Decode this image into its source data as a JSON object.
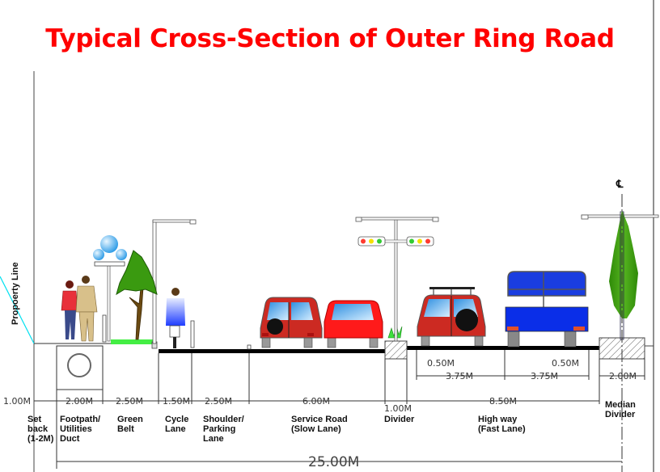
{
  "title": "Typical Cross-Section of Outer Ring Road",
  "property_line_label": "Propoerty Line",
  "centerline_symbol": "℄",
  "total_width": "25.00M",
  "segments": [
    {
      "dimension": "1.00M",
      "label_lines": [
        "Set",
        "back",
        "(1-2M)"
      ]
    },
    {
      "dimension": "2.00M",
      "label_lines": [
        "Footpath/",
        "Utilities",
        "Duct"
      ]
    },
    {
      "dimension": "2.50M",
      "label_lines": [
        "Green",
        "Belt"
      ]
    },
    {
      "dimension": "1.50M",
      "label_lines": [
        "Cycle",
        "Lane"
      ]
    },
    {
      "dimension": "2.50M",
      "label_lines": [
        "Shoulder/",
        "Parking",
        "Lane"
      ]
    },
    {
      "dimension": "6.00M",
      "label_lines": [
        "Service Road",
        "(Slow Lane)"
      ]
    },
    {
      "dimension": "1.00M",
      "label_lines": [
        "Divider"
      ]
    },
    {
      "dimension": "8.50M",
      "label_lines": [
        "High way",
        "(Fast Lane)"
      ]
    },
    {
      "dimension": "2.00M",
      "label_lines": [
        "Median",
        "Divider"
      ]
    }
  ],
  "highway_sub_dimensions": {
    "lane_left": "3.75M",
    "lane_right": "3.75M",
    "edge_left": "0.50M",
    "edge_right": "0.50M"
  },
  "traffic_signal_colors": {
    "red": "#ff3b30",
    "yellow": "#f5e000",
    "green": "#33cc33"
  },
  "colors": {
    "title": "#ff0000",
    "property_line": "#00e0f0",
    "tree": "#3a9a10",
    "road": "#000000"
  }
}
